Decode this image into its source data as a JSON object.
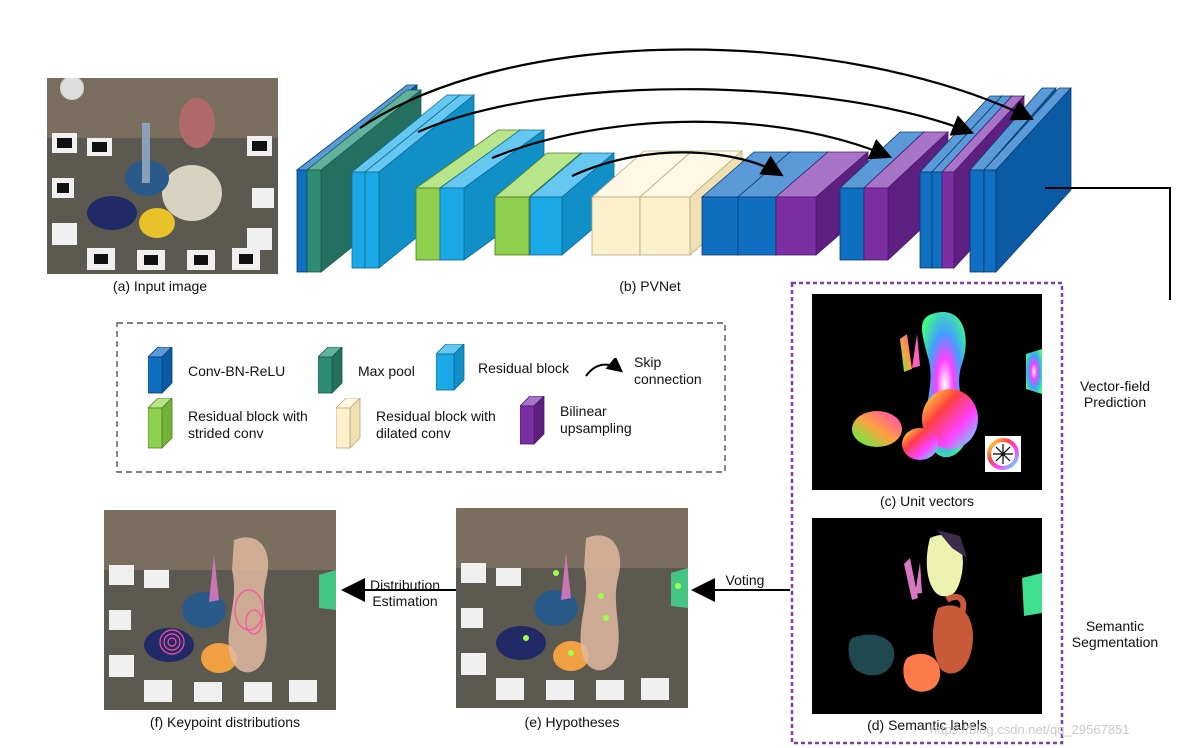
{
  "captions": {
    "input_image": "(a) Input image",
    "pvnet": "(b) PVNet",
    "unit_vectors": "(c) Unit vectors",
    "semantic_labels": "(d) Semantic labels",
    "hypotheses": "(e) Hypotheses",
    "keypoint_distributions": "(f) Keypoint distributions"
  },
  "legend": {
    "items": [
      {
        "label": "Conv-BN-ReLU",
        "color": "#0f6fc0"
      },
      {
        "label": "Max pool",
        "color": "#2e8b74"
      },
      {
        "label": "Residual block",
        "color": "#1aa8e6"
      },
      {
        "label": "Skip connection",
        "color": "#000000"
      },
      {
        "label": "Residual block with strided conv",
        "color": "#8ecf4e"
      },
      {
        "label": "Residual block with dilated conv",
        "color": "#fcefcb"
      },
      {
        "label": "Bilinear upsampling",
        "color": "#7b2fa3"
      }
    ]
  },
  "arrows": {
    "vector_field": "Vector-field Prediction",
    "semantic_seg": "Semantic Segmentation",
    "voting": "Voting",
    "distribution": "Distribution Estimation"
  },
  "watermark": "https://blog.csdn.net/qq_29567851"
}
